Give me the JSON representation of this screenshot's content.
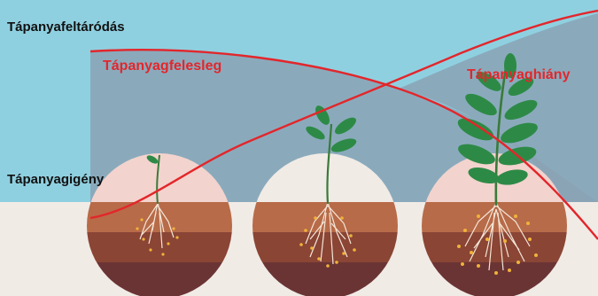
{
  "labels": {
    "supply_axis": "Tápanyafeltáródás",
    "demand_axis": "Tápanyagigény",
    "surplus": "Tápanyagfelesleg",
    "deficit": "Tápanyaghiány"
  },
  "colors": {
    "sky": "#8fd0e0",
    "ground": "#f1ebe6",
    "surplus_overlay": "#8aa3b5",
    "curve": "#e3262b",
    "soil_top": "#b86b48",
    "soil_mid": "#8a4535",
    "soil_bottom": "#6b3434",
    "leaf": "#2d8a46",
    "stem": "#3a7a3a",
    "nutrient_dot": "#f0b23a"
  },
  "plants": [
    {
      "name": "seedling",
      "stage": 1
    },
    {
      "name": "young-plant",
      "stage": 2
    },
    {
      "name": "mature-plant",
      "stage": 3
    }
  ]
}
